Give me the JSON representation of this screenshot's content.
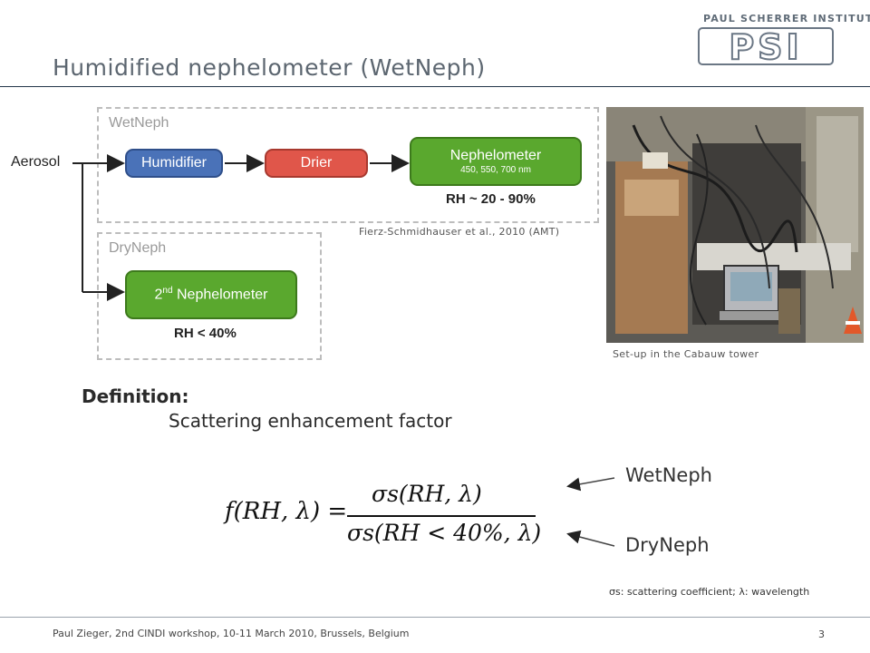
{
  "slide": {
    "title": "Humidified nephelometer (WetNeph)",
    "page_number": "3",
    "footer": "Paul Zieger, 2nd CINDI workshop, 10-11 March 2010, Brussels, Belgium"
  },
  "logo": {
    "institute": "PAUL SCHERRER INSTITUT",
    "mark": "PSI"
  },
  "diagram": {
    "input_label": "Aerosol",
    "wet_box_label": "WetNeph",
    "dry_box_label": "DryNeph",
    "humidifier": "Humidifier",
    "drier": "Drier",
    "nephelometer": "Nephelometer",
    "wavelengths": "450, 550, 700 nm",
    "wet_rh": "RH ~ 20 - 90%",
    "dry_nephelometer_sup": "nd",
    "dry_nephelometer_num": "2",
    "dry_nephelometer_main": "Nephelometer",
    "dry_rh": "RH < 40%",
    "citation": "Fierz-Schmidhauser et al., 2010 (AMT)",
    "colors": {
      "humidifier": "#4a72b8",
      "drier": "#e0564a",
      "nephelometer": "#5aa82e"
    }
  },
  "photo": {
    "caption": "Set-up in the Cabauw tower"
  },
  "definition": {
    "label": "Definition:",
    "text": "Scattering enhancement factor",
    "lhs": "f(RH, λ) =",
    "numerator": "σs(RH, λ)",
    "denominator": "σs(RH < 40%, λ)",
    "wet_label": "WetNeph",
    "dry_label": "DryNeph",
    "note": "σs: scattering coefficient; λ: wavelength"
  }
}
